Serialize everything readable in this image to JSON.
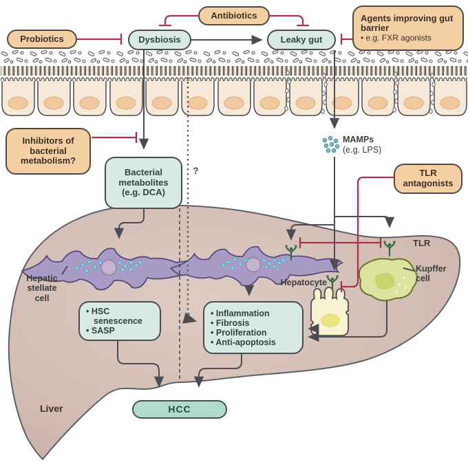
{
  "top": {
    "antibiotics": "Antibiotics",
    "probiotics": "Probiotics",
    "dysbiosis": "Dysbiosis",
    "leaky_gut": "Leaky gut",
    "agents_title": "Agents improving gut barrier",
    "agents_item": "e.g. FXR agonists"
  },
  "mid": {
    "inhibitors": "Inhibitors of bacterial metabolism?",
    "bacterial_metabolites": "Bacterial metabolites (e.g. DCA)",
    "mamps": "MAMPs",
    "mamps_sub": "(e.g. LPS)",
    "tlr_antagonists": "TLR antagonists",
    "question_mark": "?"
  },
  "liver": {
    "hepatic_stellate_cell": "Hepatic stellate cell",
    "hepatocyte": "Hepatocyte",
    "kupffer_cell": "Kupffer cell",
    "tlr": "TLR",
    "liver_label": "Liver",
    "hsc_box": {
      "items": [
        "HSC senescence",
        "SASP"
      ]
    },
    "effects_box": {
      "items": [
        "Inflammation",
        "Fibrosis",
        "Proliferation",
        "Anti-apoptosis"
      ]
    },
    "hcc": "HCC"
  },
  "colors": {
    "orange_box_fill": "#f4cfa3",
    "teal_box_fill": "#d9eae4",
    "hcc_fill": "#aeddcc",
    "inhibition_red": "#a83350",
    "arrow_gray": "#4c4c52",
    "liver_fill": "#d6c2ba",
    "stellate_purple": "#a89bc6",
    "kupffer_green": "#dce39e",
    "hepatocyte_yellow": "#f8f3d2",
    "tlr_green": "#2f6b4c",
    "epithelium_cream": "#f6e9d9"
  }
}
